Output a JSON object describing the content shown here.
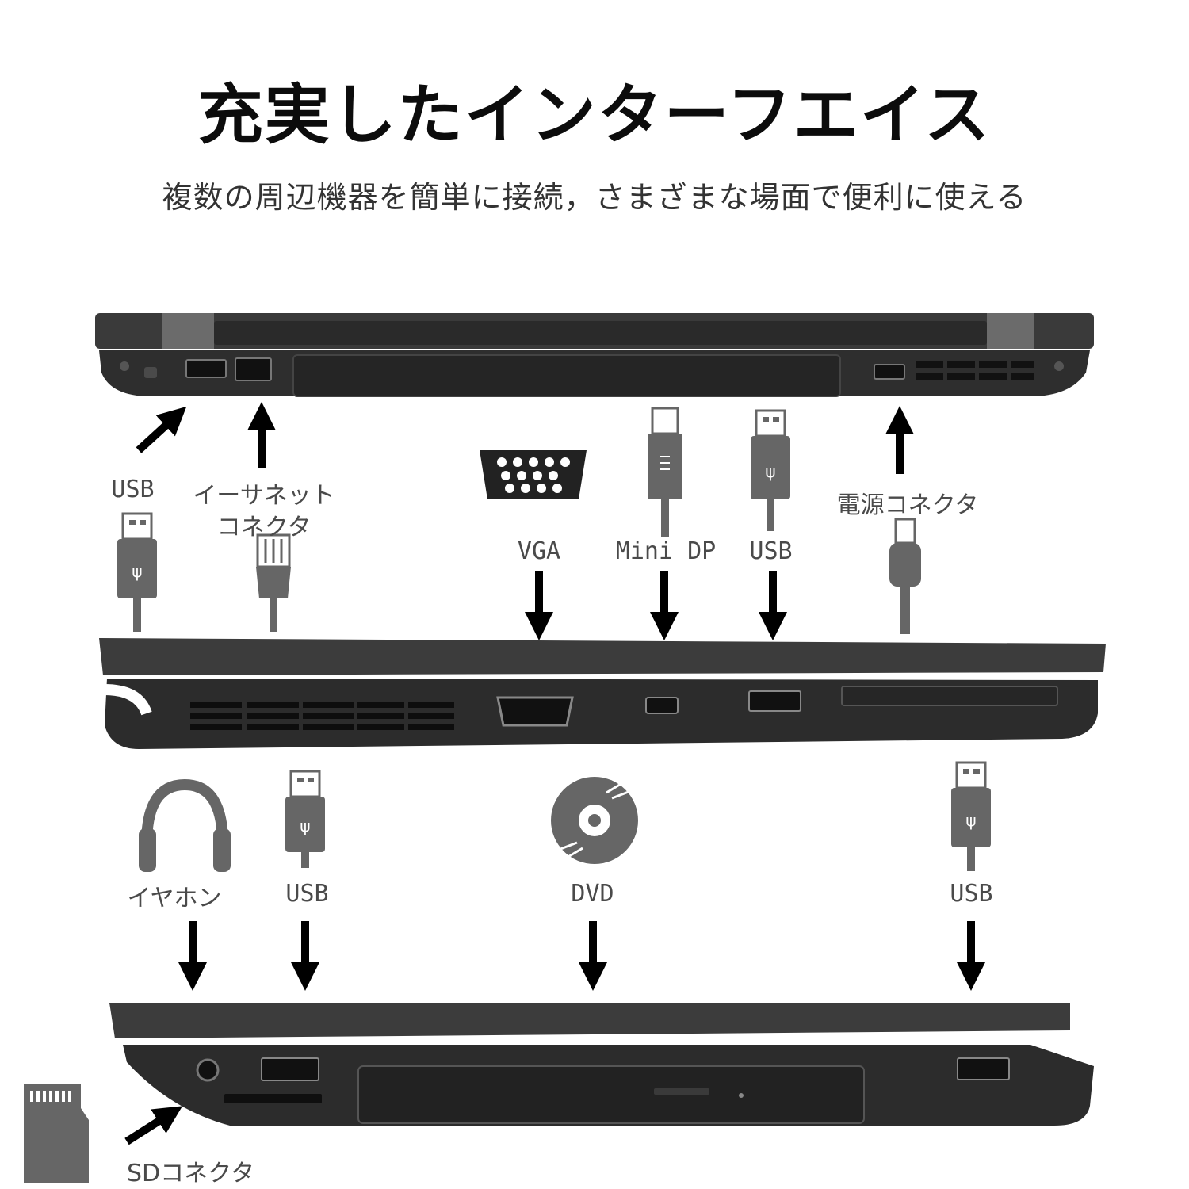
{
  "title": "充実したインターフエイス",
  "subtitle": "複数の周辺機器を簡単に接続，さまざまな場面で便利に使える",
  "labels": {
    "rear_usb": "USB",
    "ethernet_line1": "イーサネット",
    "ethernet_line2": "コネクタ",
    "vga": "VGA",
    "mini_dp": "Mini DP",
    "right_usb": "USB",
    "power": "電源コネクタ",
    "earphone": "イヤホン",
    "left_usb": "USB",
    "dvd": "DVD",
    "left_usb_2": "USB",
    "sd": "SDコネクタ"
  },
  "colors": {
    "laptop_body": "#2e2e2e",
    "laptop_dark": "#1c1c1c",
    "icon_gray": "#666666",
    "arrow": "#000000"
  },
  "icons": [
    "usb-plug-icon",
    "ethernet-plug-icon",
    "vga-connector-icon",
    "mini-dp-plug-icon",
    "power-plug-icon",
    "headphones-icon",
    "dvd-disc-icon",
    "sd-card-icon",
    "arrow-icon"
  ]
}
